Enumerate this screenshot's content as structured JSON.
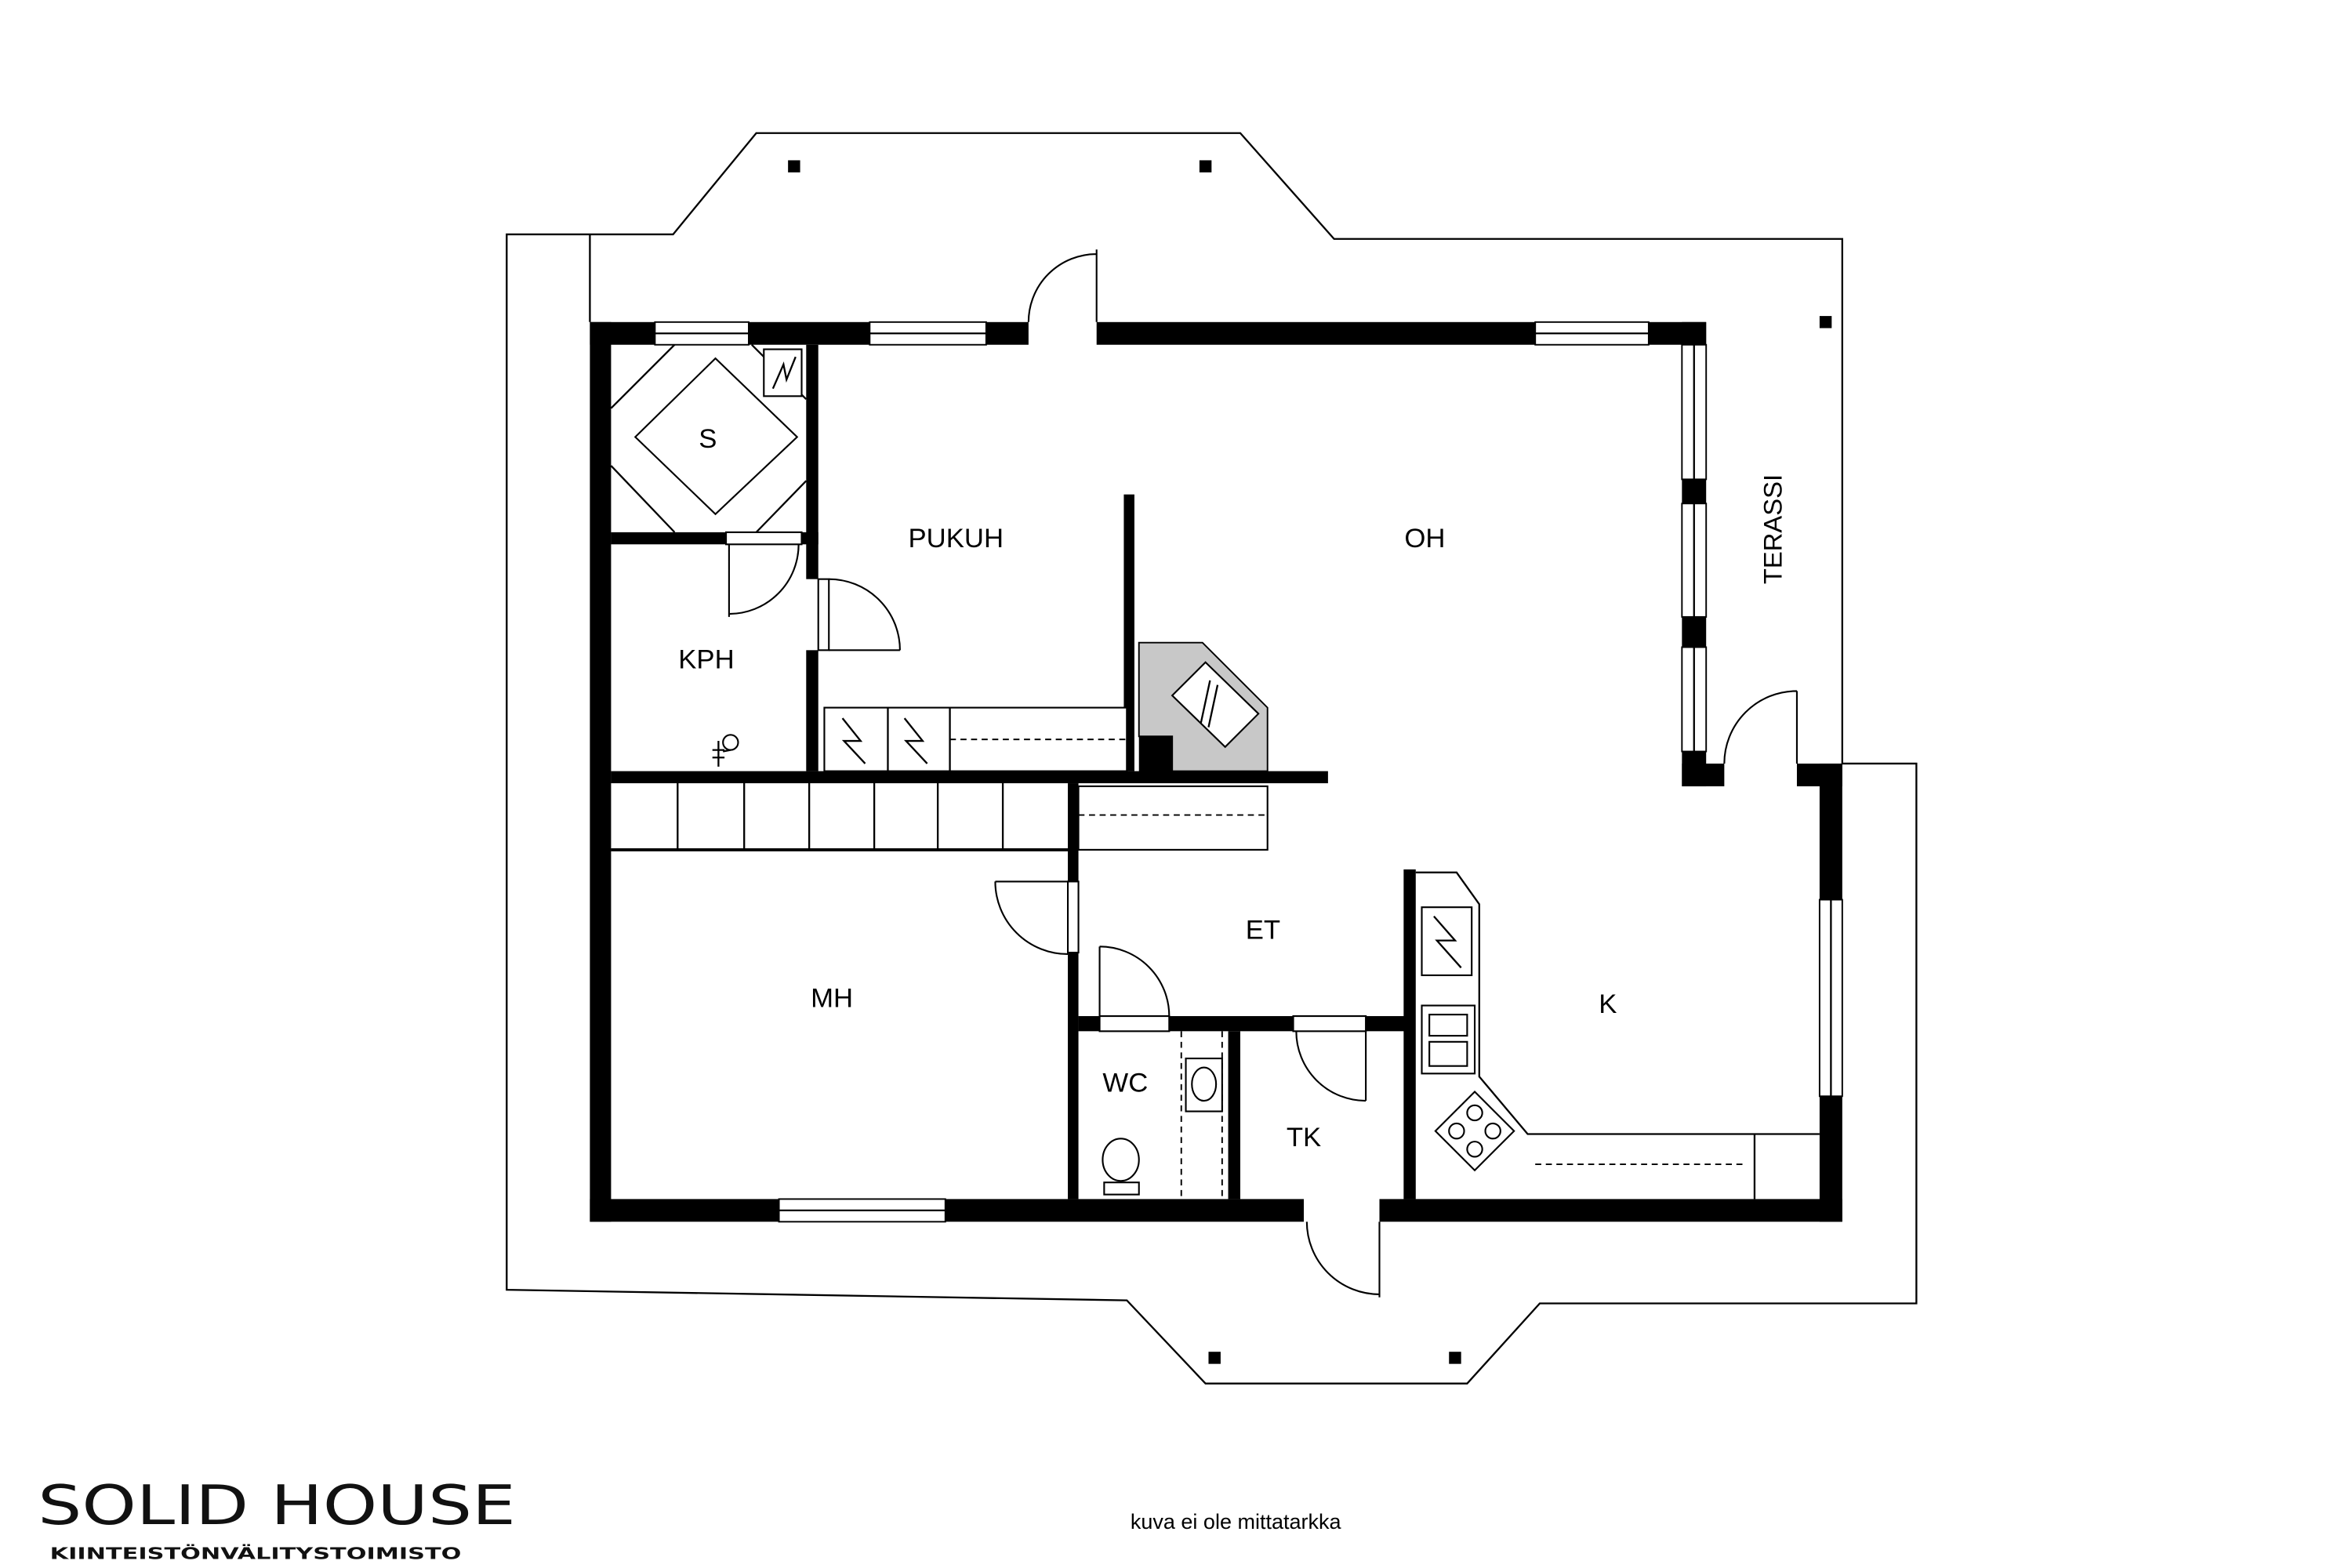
{
  "rooms": {
    "s": "S",
    "pukuh": "PUKUH",
    "oh": "OH",
    "kph": "KPH",
    "mh": "MH",
    "et": "ET",
    "wc": "WC",
    "tk": "TK",
    "k": "K",
    "terassi": "TERASSI"
  },
  "logo": {
    "name": "SOLID HOUSE",
    "subtitle": "KIINTEISTÖNVÄLITYSTOIMISTO"
  },
  "note": "kuva ei ole mittatarkka",
  "colors": {
    "wall": "#000000",
    "fireplace": "#c8c8c8",
    "background": "#ffffff"
  }
}
